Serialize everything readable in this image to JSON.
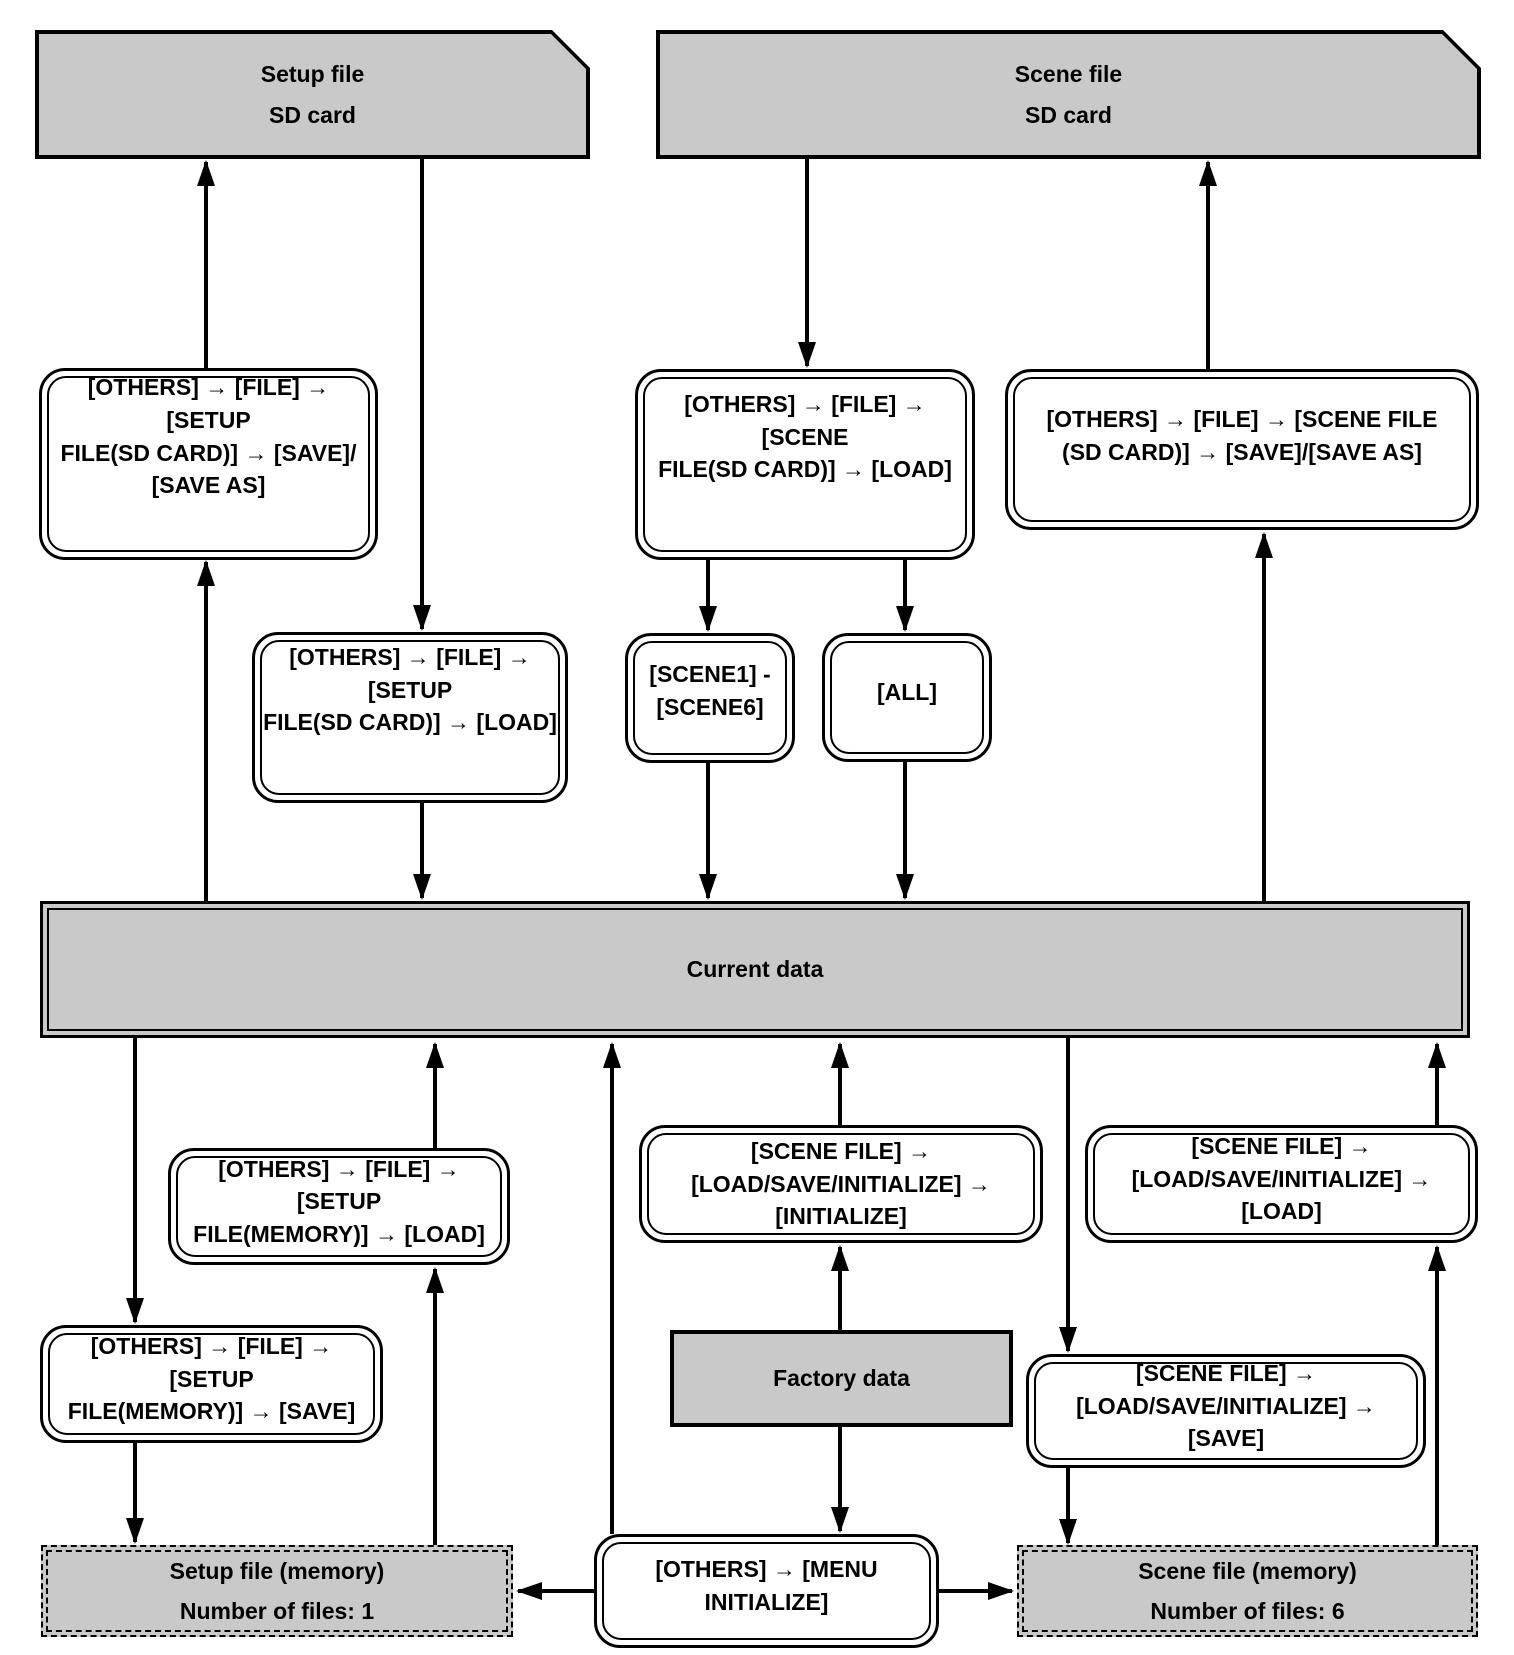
{
  "diagram_title": "Setup file / scene file data flow",
  "colors": {
    "node_fill": "#c9c9c9",
    "line": "#000000",
    "background": "#ffffff"
  },
  "nodes": {
    "setup_sd": {
      "line1": "Setup file",
      "line2": "SD card"
    },
    "scene_sd": {
      "line1": "Scene file",
      "line2": "SD card"
    },
    "current_data": {
      "label": "Current data"
    },
    "factory_data": {
      "label": "Factory data"
    },
    "setup_memory": {
      "line1": "Setup file (memory)",
      "line2": "Number of files: 1"
    },
    "scene_memory": {
      "line1": "Scene file (memory)",
      "line2": "Number of files: 6"
    },
    "su_save_sd": {
      "lines": [
        "[OTHERS] → [FILE] → [SETUP",
        "FILE(SD CARD)] → [SAVE]/",
        "[SAVE AS]"
      ]
    },
    "su_load_sd": {
      "lines": [
        "[OTHERS] → [FILE] → [SETUP",
        "FILE(SD CARD)] → [LOAD]"
      ]
    },
    "sc_load_sd": {
      "lines": [
        "[OTHERS] → [FILE] → [SCENE",
        "FILE(SD CARD)] → [LOAD]"
      ]
    },
    "sc_save_sd": {
      "lines": [
        "[OTHERS] → [FILE] → [SCENE FILE",
        "(SD CARD)] → [SAVE]/[SAVE AS]"
      ]
    },
    "scene_range": {
      "lines": [
        "[SCENE1] -",
        "[SCENE6]"
      ]
    },
    "all": {
      "lines": [
        "[ALL]"
      ]
    },
    "su_load_mem": {
      "lines": [
        "[OTHERS] → [FILE] → [SETUP",
        "FILE(MEMORY)] → [LOAD]"
      ]
    },
    "su_save_mem": {
      "lines": [
        "[OTHERS] → [FILE] → [SETUP",
        "FILE(MEMORY)] → [SAVE]"
      ]
    },
    "sc_initialize": {
      "lines": [
        "[SCENE FILE] →",
        "[LOAD/SAVE/INITIALIZE] →",
        "[INITIALIZE]"
      ]
    },
    "sc_load_mem": {
      "lines": [
        "[SCENE FILE] →",
        "[LOAD/SAVE/INITIALIZE] → [LOAD]"
      ]
    },
    "sc_save_mem": {
      "lines": [
        "[SCENE FILE] →",
        "[LOAD/SAVE/INITIALIZE] → [SAVE]"
      ]
    },
    "menu_initialize": {
      "lines": [
        "[OTHERS] → [MENU",
        "INITIALIZE]"
      ]
    }
  }
}
